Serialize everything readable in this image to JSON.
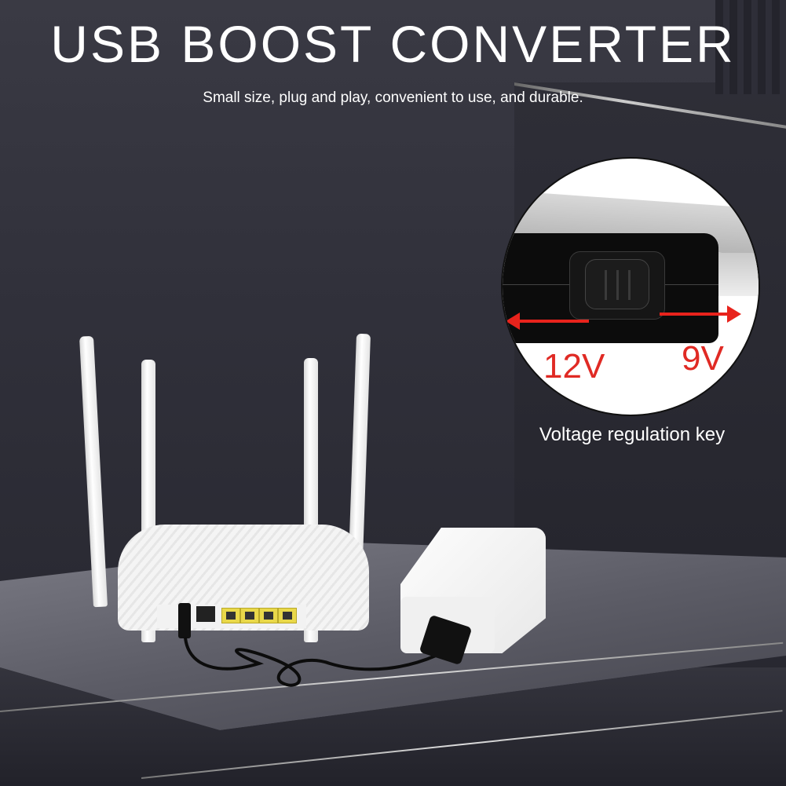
{
  "header": {
    "title": "USB BOOST CONVERTER",
    "subtitle": "Small size, plug and play, convenient to use, and durable."
  },
  "detail_callout": {
    "label_left": "12V",
    "label_right": "9V",
    "caption": "Voltage regulation key",
    "arrow_color": "#e8231c"
  },
  "scene": {
    "objects": [
      "wifi-router",
      "power-bank",
      "usb-boost-converter",
      "dc-cable"
    ],
    "router_antenna_count": 4,
    "router_lan_ports": 4
  },
  "colors": {
    "background": "#30303a",
    "text": "#ffffff",
    "voltage_label": "#e02a24"
  }
}
